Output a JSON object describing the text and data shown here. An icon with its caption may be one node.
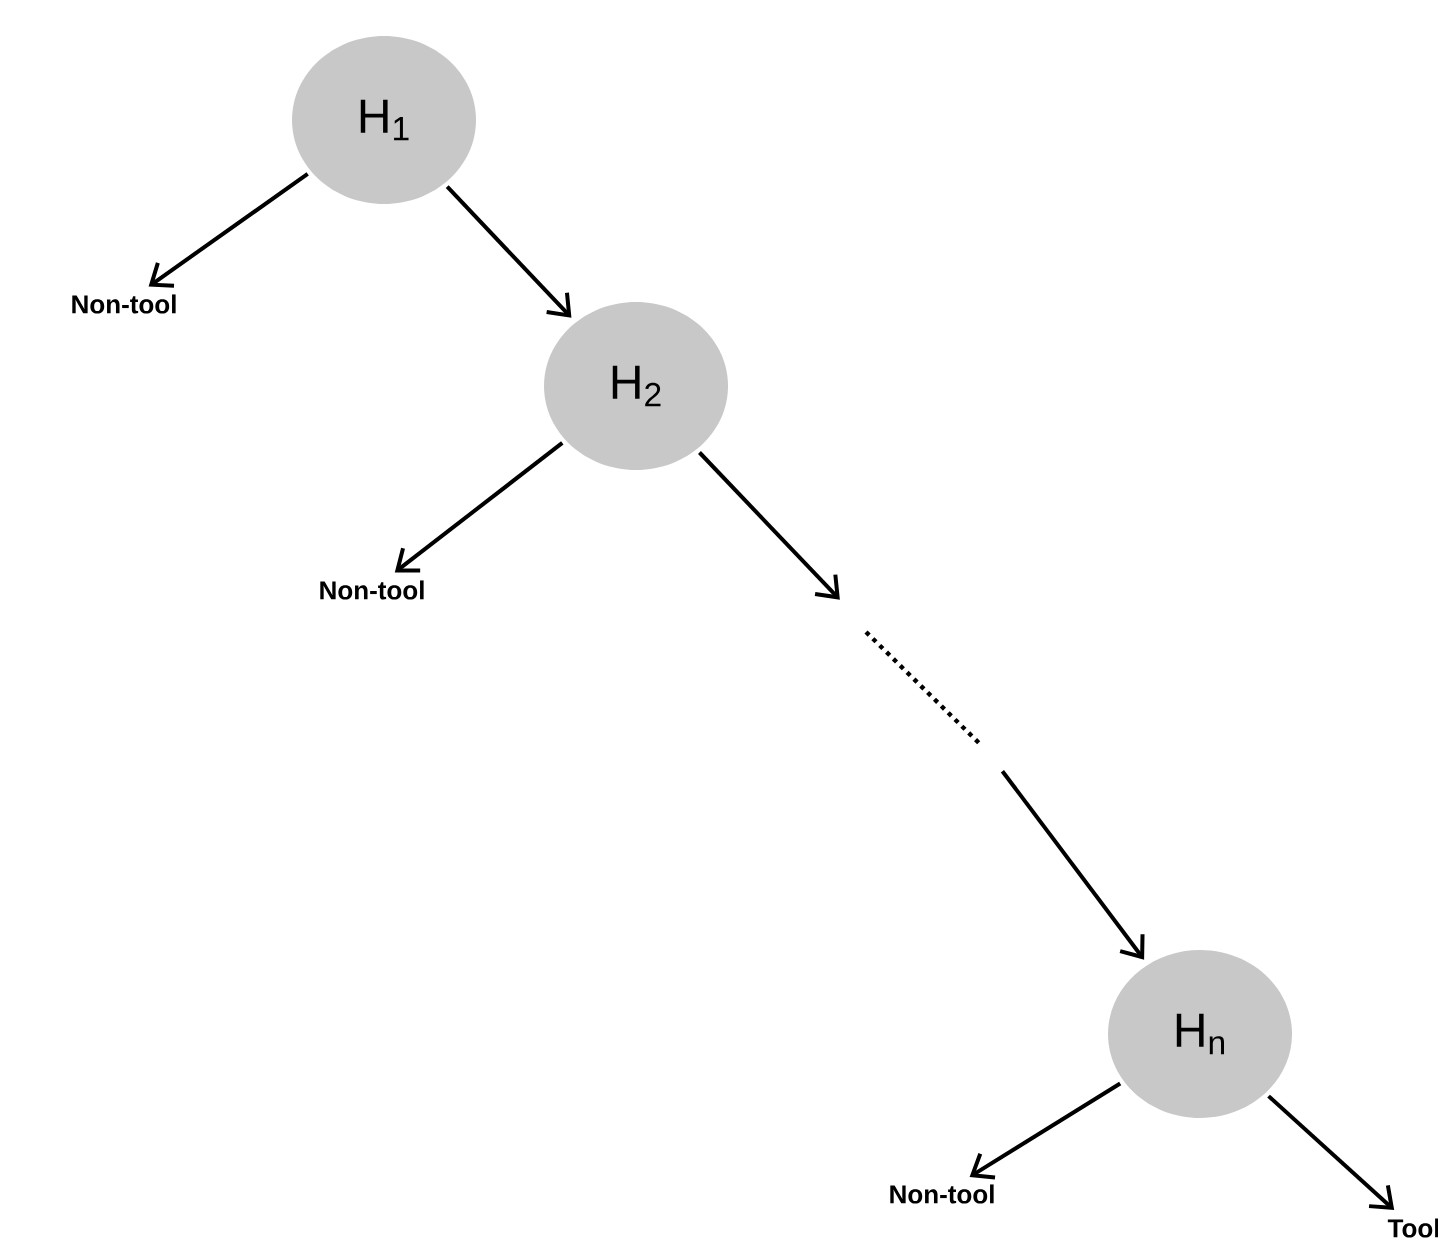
{
  "diagram": {
    "nodes": [
      {
        "text": [
          "H$_{1}$"
        ]
      },
      {
        "text": [
          "Non-tool"
        ]
      },
      {
        "text": [
          "H$_{2}$"
        ]
      },
      {
        "text": [
          "Non-tool"
        ]
      },
      {
        "text": [
          "H$_{n}$"
        ]
      },
      {
        "text": [
          "Non-tool"
        ]
      },
      {
        "text": [
          "Tool"
        ]
      }
    ],
    "edges": [
      {
        "from": 0,
        "to": 1,
        "arrow": "to"
      },
      {
        "from": 0,
        "to": 2,
        "arrow": "to"
      },
      {
        "from": 2,
        "to": 3,
        "arrow": "to"
      },
      {
        "from": 2,
        "to": null,
        "arrow": "to"
      },
      {
        "from": null,
        "to": 4,
        "arrow": "to"
      },
      {
        "from": 4,
        "to": 5,
        "arrow": "to"
      },
      {
        "from": 4,
        "to": 6,
        "arrow": "to"
      }
    ]
  }
}
